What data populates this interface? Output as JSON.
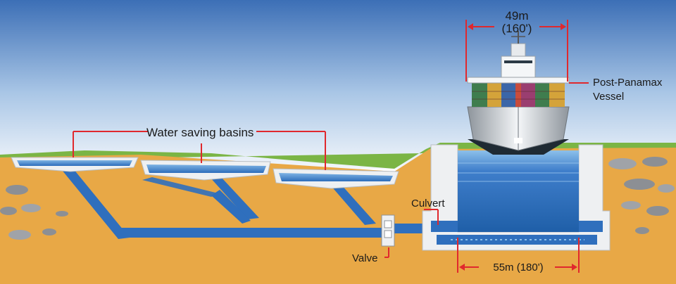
{
  "labels": {
    "basins": "Water saving basins",
    "width_m": "49m",
    "width_ft": "(160')",
    "vessel_line1": "Post-Panamax",
    "vessel_line2": "Vessel",
    "culvert": "Culvert",
    "valve": "Valve",
    "chamber_width": "55m (180')"
  },
  "colors": {
    "sky_top": "#3c6fb6",
    "sky_bottom": "#eef4fa",
    "soil": "#e8a846",
    "water": "#2f6fbd",
    "water_light": "#6aa7dc",
    "concrete": "#eef0f2",
    "grass": "#7bb545",
    "annotation": "#e0282d"
  }
}
